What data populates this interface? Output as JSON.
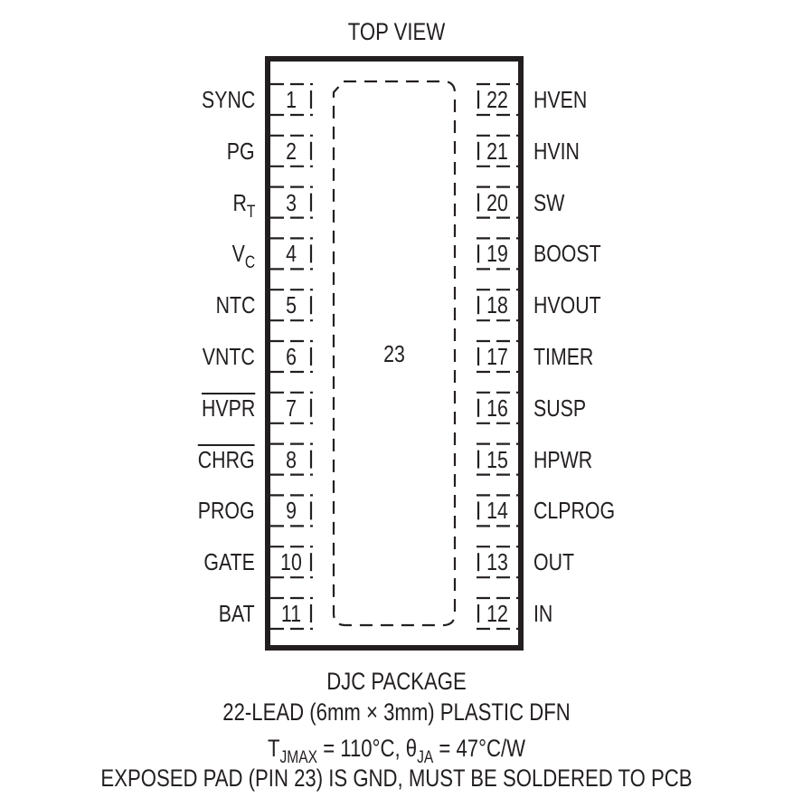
{
  "title": "TOP VIEW",
  "package": {
    "exposed_pad_pin": "23",
    "left_pins": [
      {
        "num": "1",
        "name": "SYNC",
        "overline": false
      },
      {
        "num": "2",
        "name": "PG",
        "overline": false
      },
      {
        "num": "3",
        "name": "R",
        "sub": "T",
        "overline": false
      },
      {
        "num": "4",
        "name": "V",
        "sub": "C",
        "overline": false
      },
      {
        "num": "5",
        "name": "NTC",
        "overline": false
      },
      {
        "num": "6",
        "name": "VNTC",
        "overline": false
      },
      {
        "num": "7",
        "name": "HVPR",
        "overline": true
      },
      {
        "num": "8",
        "name": "CHRG",
        "overline": true
      },
      {
        "num": "9",
        "name": "PROG",
        "overline": false
      },
      {
        "num": "10",
        "name": "GATE",
        "overline": false
      },
      {
        "num": "11",
        "name": "BAT",
        "overline": false
      }
    ],
    "right_pins": [
      {
        "num": "22",
        "name": "HVEN"
      },
      {
        "num": "21",
        "name": "HVIN"
      },
      {
        "num": "20",
        "name": "SW"
      },
      {
        "num": "19",
        "name": "BOOST"
      },
      {
        "num": "18",
        "name": "HVOUT"
      },
      {
        "num": "17",
        "name": "TIMER"
      },
      {
        "num": "16",
        "name": "SUSP"
      },
      {
        "num": "15",
        "name": "HPWR"
      },
      {
        "num": "14",
        "name": "CLPROG"
      },
      {
        "num": "13",
        "name": "OUT"
      },
      {
        "num": "12",
        "name": "IN"
      }
    ]
  },
  "footer": {
    "line1": "DJC PACKAGE",
    "line2": "22-LEAD (6mm × 3mm) PLASTIC DFN",
    "line3_t": "T",
    "line3_t_sub": "JMAX",
    "line3_mid": " = 110°C, θ",
    "line3_theta_sub": "JA",
    "line3_end": " = 47°C/W",
    "line4": "EXPOSED PAD (PIN 23) IS GND, MUST BE SOLDERED TO PCB"
  },
  "colors": {
    "ink": "#231f20",
    "background": "#ffffff"
  }
}
